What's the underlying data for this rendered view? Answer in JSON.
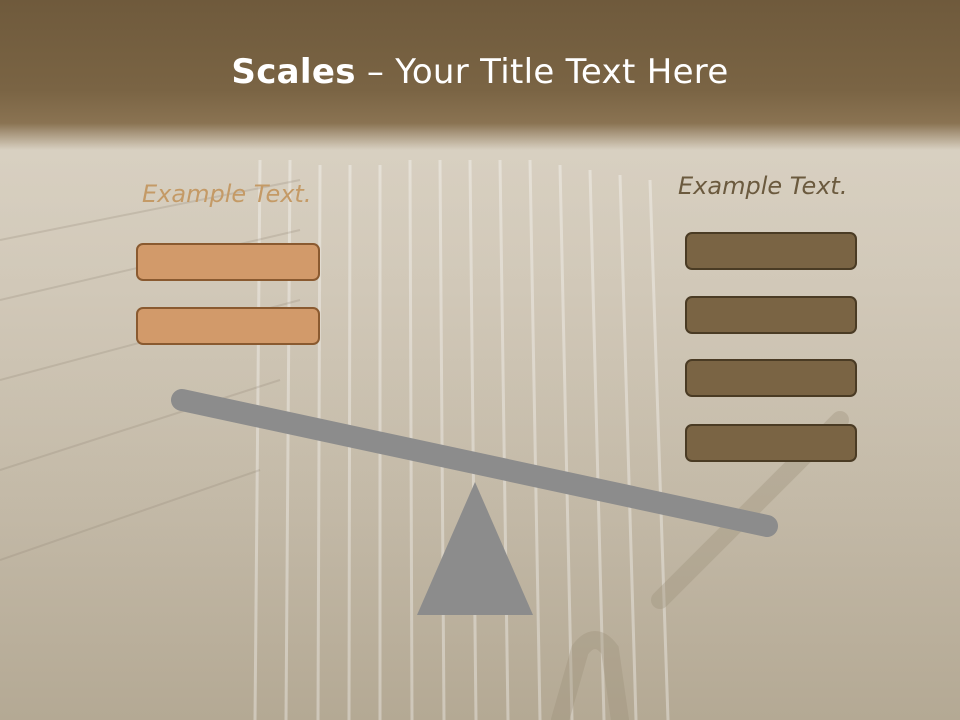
{
  "slide": {
    "title_bold": "Scales",
    "title_rest": " – Your Title Text Here",
    "left_label": "Example Text.",
    "right_label": "Example Text.",
    "left_boxes": 2,
    "right_boxes": 4
  },
  "colors": {
    "header": "#7a6444",
    "left_label": "#c49a66",
    "right_label": "#6b5a3e",
    "left_box_fill": "#d29a6a",
    "left_box_border": "#8a5a30",
    "right_box_fill": "#7a6444",
    "right_box_border": "#4a3b24",
    "scale_gray": "#8c8c8c"
  }
}
